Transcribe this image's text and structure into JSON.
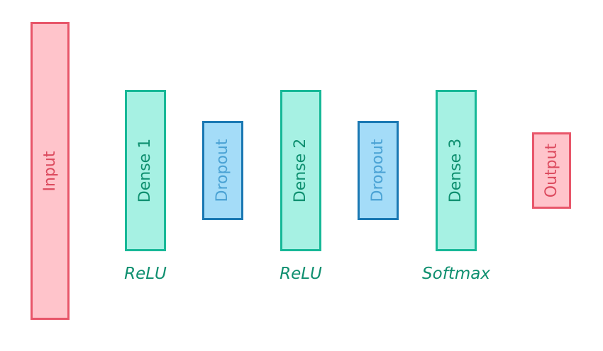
{
  "layers": {
    "input": "Input",
    "dense1": "Dense 1",
    "dropout1": "Dropout",
    "dense2": "Dense 2",
    "dropout2": "Dropout",
    "dense3": "Dense 3",
    "output": "Output"
  },
  "activations": {
    "dense1": "ReLU",
    "dense2": "ReLU",
    "dense3": "Softmax"
  },
  "colors": {
    "io_fill": "#ffc4cb",
    "io_border": "#e8566a",
    "dense_fill": "#a6f1e3",
    "dense_border": "#17b897",
    "dropout_fill": "#a4dcf8",
    "dropout_border": "#1a78b3",
    "activation_text": "#0e8f6f"
  }
}
